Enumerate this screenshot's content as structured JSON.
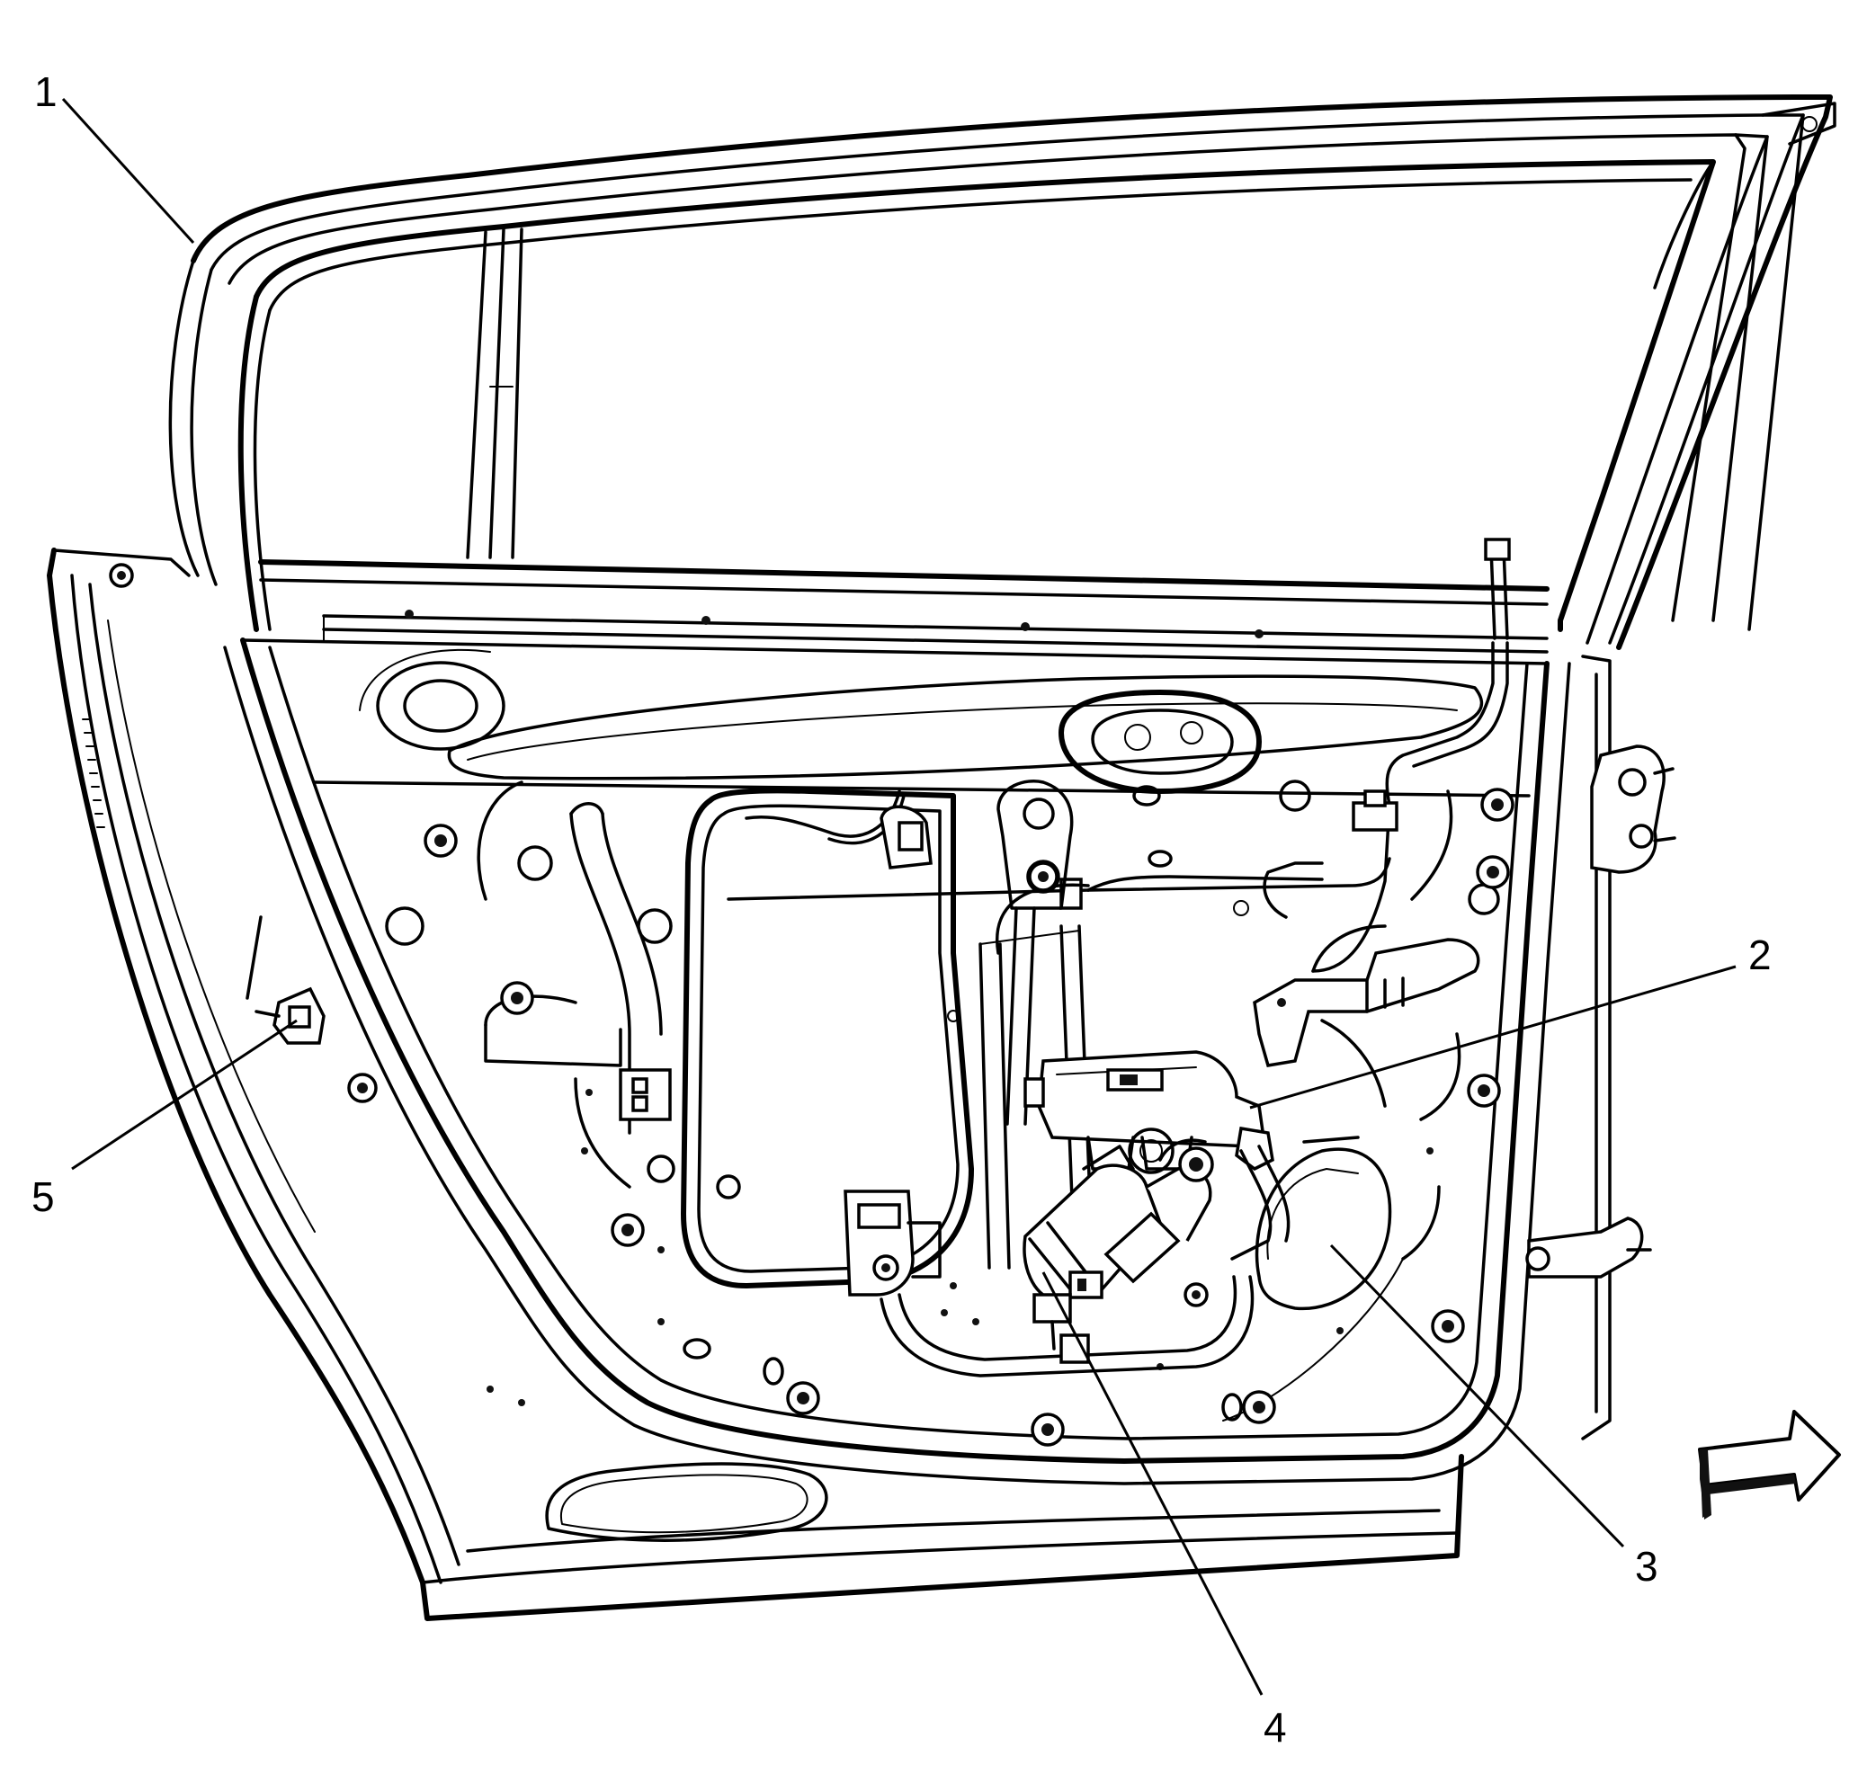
{
  "diagram": {
    "callouts": [
      {
        "id": "1",
        "label": "1"
      },
      {
        "id": "2",
        "label": "2"
      },
      {
        "id": "3",
        "label": "3"
      },
      {
        "id": "4",
        "label": "4"
      },
      {
        "id": "5",
        "label": "5"
      }
    ],
    "direction_arrow": "forward-arrow-icon"
  }
}
